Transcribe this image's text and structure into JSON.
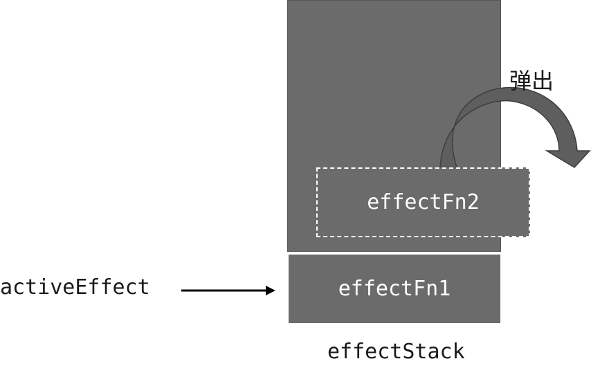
{
  "stack": {
    "name": "effectStack",
    "items": [
      {
        "label": "effectFn1",
        "state": "remaining"
      },
      {
        "label": "effectFn2",
        "state": "popped"
      }
    ]
  },
  "pointer": {
    "label": "activeEffect"
  },
  "action": {
    "label": "弹出"
  },
  "colors": {
    "stack_fill": "#6b6b6b",
    "arrow_fill": "#5e5e5e",
    "text": "#1a1a1a",
    "item_text": "#ffffff"
  }
}
